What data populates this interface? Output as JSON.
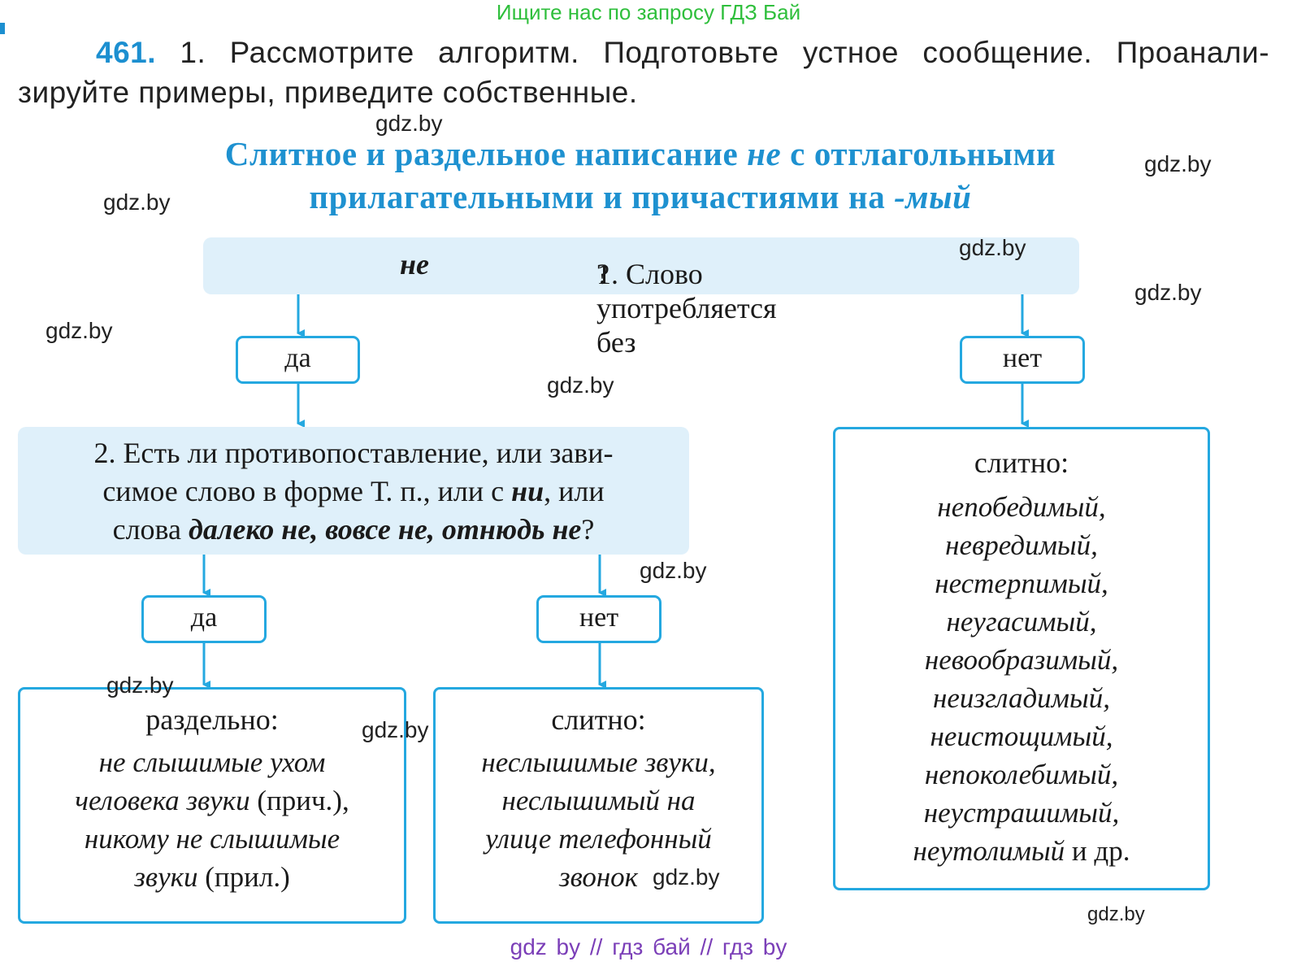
{
  "banner": "Ищите нас по запросу ГДЗ Бай",
  "task": {
    "number": "461.",
    "line1": "1. Рассмотрите алгоритм. Подготовьте устное сообщение. Проанали-",
    "line2": "зируйте примеры, приведите собственные."
  },
  "title": {
    "part1": "Слитное и раздельное написание ",
    "italic1": "не",
    "part2": " с отглагольными",
    "part3": "прилагательными и причастиями на ",
    "italic2": "-мый"
  },
  "q1": {
    "text": "1. Слово употребляется без ",
    "emph": "не",
    "end": "?"
  },
  "q1_yes": "да",
  "q1_no": "нет",
  "q2": {
    "line1": "2. Есть ли противопоставление, или зави-",
    "line2_a": "симое слово в форме Т. п., или с ",
    "line2_b": "ни",
    "line2_c": ", или",
    "line3_a": "слова ",
    "line3_b": "далеко не, вовсе не, отнюдь не",
    "line3_c": "?"
  },
  "q2_yes": "да",
  "q2_no": "нет",
  "res_separate": {
    "head": "раздельно:",
    "l1": "не слышимые ухом",
    "l2a": "человека звуки",
    "l2b": " (прич.),",
    "l3": "никому не слышимые",
    "l4a": "звуки",
    "l4b": " (прил.)"
  },
  "res_joint_mid": {
    "head": "слитно:",
    "l1": "неслышимые звуки,",
    "l2": "неслышимый на",
    "l3": "улице телефонный",
    "l4": "звонок"
  },
  "res_joint_right": {
    "head": "слитно:",
    "items": [
      "непобедимый,",
      "невредимый,",
      "нестерпимый,",
      "неугасимый,",
      "невообразимый,",
      "неизгладимый,",
      "неистощимый,",
      "непоколебимый,",
      "неустрашимый,"
    ],
    "last_a": "неутолимый",
    "last_b": " и др."
  },
  "watermark": "gdz.by",
  "footer": "gdz by  //  гдз бай  //  гдз by",
  "colors": {
    "accent": "#1e91d0",
    "box_fill": "#dff0fa",
    "border": "#24a8e0",
    "banner": "#2fbf3c",
    "footer": "#7b3fb8"
  }
}
